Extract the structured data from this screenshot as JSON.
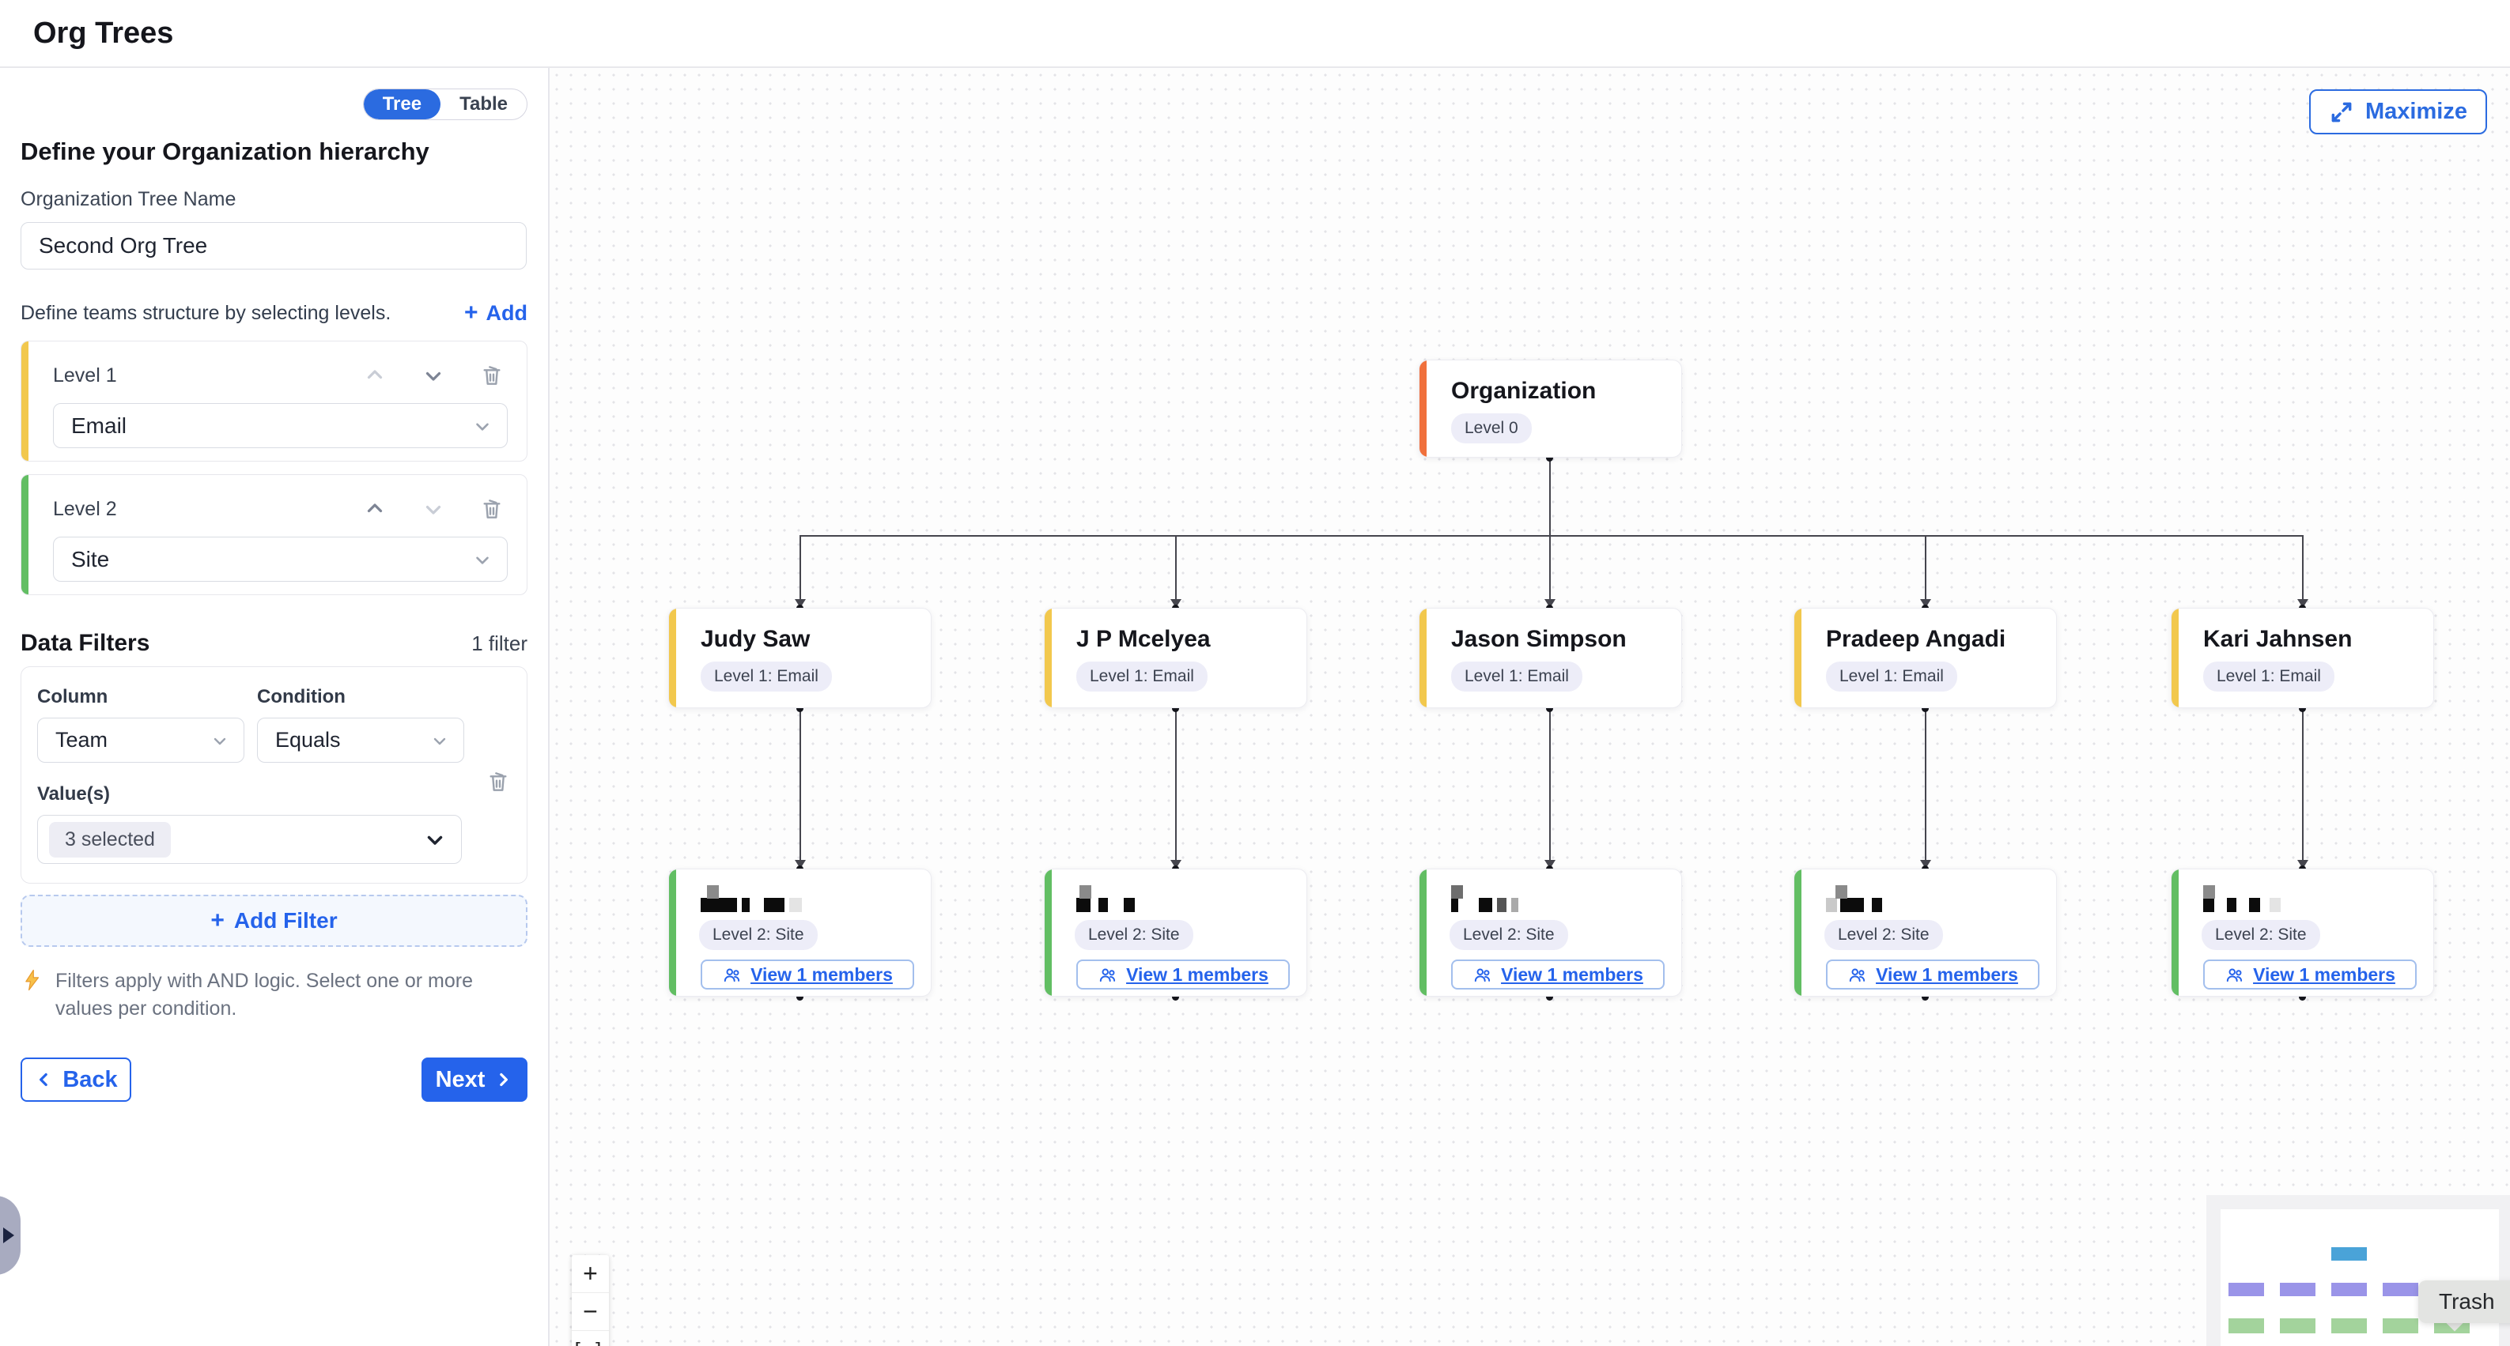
{
  "header": {
    "title": "Org Trees"
  },
  "sidebar": {
    "view_toggle": {
      "tree": "Tree",
      "table": "Table",
      "selected": "Tree"
    },
    "hierarchy_heading": "Define your Organization hierarchy",
    "tree_name": {
      "label": "Organization Tree Name",
      "value": "Second Org Tree"
    },
    "levels_hint": "Define teams structure by selecting levels.",
    "add_level_label": "Add",
    "levels": [
      {
        "label": "Level 1",
        "value": "Email",
        "accent": "#f2c84d"
      },
      {
        "label": "Level 2",
        "value": "Site",
        "accent": "#62be63"
      }
    ],
    "data_filters": {
      "title": "Data Filters",
      "count_label": "1 filter",
      "column_label": "Column",
      "column_value": "Team",
      "condition_label": "Condition",
      "condition_value": "Equals",
      "values_label": "Value(s)",
      "values_value": "3 selected",
      "add_filter_label": "Add Filter",
      "note": "Filters apply with AND logic. Select one or more values per condition."
    },
    "back_label": "Back",
    "next_label": "Next"
  },
  "canvas": {
    "maximize_label": "Maximize",
    "root": {
      "title": "Organization",
      "badge": "Level 0",
      "accent": "#f0703c"
    },
    "level1": [
      {
        "title": "Judy Saw",
        "badge": "Level 1: Email"
      },
      {
        "title": "J P Mcelyea",
        "badge": "Level 1: Email"
      },
      {
        "title": "Jason Simpson",
        "badge": "Level 1: Email"
      },
      {
        "title": "Pradeep Angadi",
        "badge": "Level 1: Email"
      },
      {
        "title": "Kari Jahnsen",
        "badge": "Level 1: Email"
      }
    ],
    "level2": [
      {
        "badge": "Level 2: Site",
        "members_label": "View 1 members",
        "asc": 8,
        "ascColor": "#8a8a8a",
        "blocks": [
          {
            "w": 46,
            "c": "#0c0c0c"
          },
          {
            "w": 10,
            "c": "#0c0c0c",
            "ml": 2
          },
          {
            "w": 26,
            "c": "#0c0c0c",
            "ml": 14
          },
          {
            "w": 16,
            "c": "#e4e4e4",
            "ml": 2
          }
        ]
      },
      {
        "badge": "Level 2: Site",
        "members_label": "View 1 members",
        "asc": 4,
        "ascColor": "#8a8a8a",
        "blocks": [
          {
            "w": 18,
            "c": "#0c0c0c"
          },
          {
            "w": 12,
            "c": "#0c0c0c",
            "ml": 6
          },
          {
            "w": 14,
            "c": "#0c0c0c",
            "ml": 16
          }
        ]
      },
      {
        "badge": "Level 2: Site",
        "members_label": "View 1 members",
        "asc": 0,
        "ascColor": "#6e6e6e",
        "blocks": [
          {
            "w": 9,
            "c": "#0c0c0c"
          },
          {
            "w": 17,
            "c": "#0c0c0c",
            "ml": 22
          },
          {
            "w": 12,
            "c": "#555555",
            "ml": 2
          },
          {
            "w": 9,
            "c": "#aaaaaa",
            "ml": 2
          }
        ]
      },
      {
        "badge": "Level 2: Site",
        "members_label": "View 1 members",
        "asc": 12,
        "ascColor": "#8a8a8a",
        "blocks": [
          {
            "w": 14,
            "c": "#c9c9c9"
          },
          {
            "w": 30,
            "c": "#0c0c0c"
          },
          {
            "w": 13,
            "c": "#0c0c0c",
            "ml": 6
          }
        ]
      },
      {
        "badge": "Level 2: Site",
        "members_label": "View 1 members",
        "asc": 0,
        "ascColor": "#8a8a8a",
        "blocks": [
          {
            "w": 14,
            "c": "#0c0c0c"
          },
          {
            "w": 12,
            "c": "#0c0c0c",
            "ml": 12
          },
          {
            "w": 14,
            "c": "#0c0c0c",
            "ml": 12
          },
          {
            "w": 14,
            "c": "#e4e4e4",
            "ml": 8
          }
        ]
      }
    ],
    "zoom_controls": {
      "zoom_in": "+",
      "zoom_out": "−"
    },
    "trash_tooltip": "Trash",
    "minimap_colors": {
      "root": "#4aa3d8",
      "level1": "#9a94e8",
      "level2": "#a3d39c"
    }
  },
  "colors": {
    "accent_blue": "#2b6be0",
    "root_accent": "#f0703c",
    "level1_accent": "#f2c84d",
    "level2_accent": "#62be63",
    "badge_bg": "#ededf8",
    "connector": "#45454d"
  }
}
